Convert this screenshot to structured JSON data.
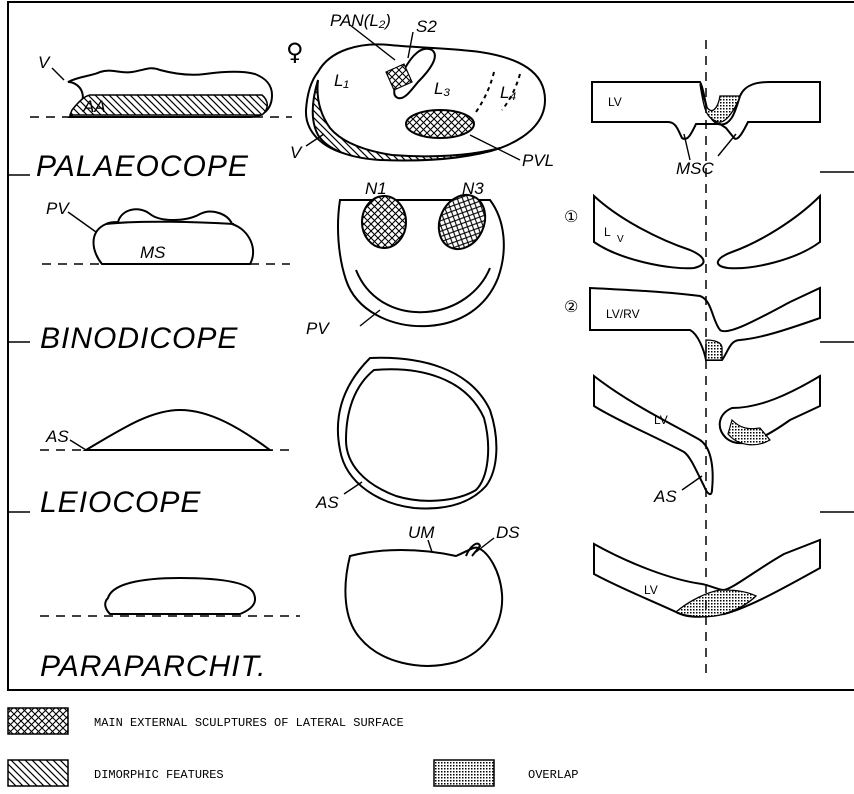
{
  "orders": [
    {
      "name": "PALAEOCOPE",
      "side_labels": [
        "V",
        "AA"
      ],
      "lateral_labels": [
        "L₁",
        "PAN(L₂)",
        "S2",
        "L₃",
        "L₄",
        "V",
        "PVL"
      ],
      "section_labels": [
        "LV",
        "MSC"
      ]
    },
    {
      "name": "BINODICOPE",
      "side_labels": [
        "PV",
        "MS"
      ],
      "lateral_labels": [
        "N1",
        "N3",
        "PV"
      ],
      "section_labels": [
        "①",
        "L",
        "V",
        "②",
        "LV/RV"
      ]
    },
    {
      "name": "LEIOCOPE",
      "side_labels": [
        "AS"
      ],
      "lateral_labels": [
        "AS"
      ],
      "section_labels": [
        "LV",
        "AS"
      ]
    },
    {
      "name": "PARAPARCHIT.",
      "side_labels": [],
      "lateral_labels": [
        "UM",
        "DS"
      ],
      "section_labels": [
        "LV"
      ]
    }
  ],
  "female_symbol": "♀",
  "legend": [
    {
      "pattern": "crosshatch",
      "text": "MAIN EXTERNAL SCULPTURES OF LATERAL SURFACE"
    },
    {
      "pattern": "diagonal",
      "text": "DIMORPHIC FEATURES"
    },
    {
      "pattern": "stipple",
      "text": "OVERLAP"
    }
  ]
}
